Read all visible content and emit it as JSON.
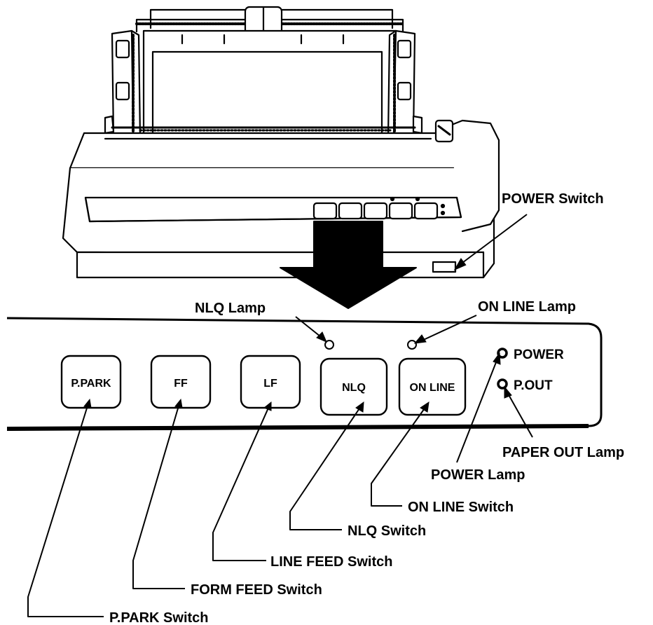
{
  "labels": {
    "power_switch": "POWER Switch",
    "nlq_lamp": "NLQ Lamp",
    "on_line_lamp": "ON LINE Lamp",
    "paper_out_lamp": "PAPER OUT Lamp",
    "power_lamp": "POWER Lamp",
    "on_line_switch": "ON LINE Switch",
    "nlq_switch": "NLQ Switch",
    "line_feed_switch": "LINE FEED Switch",
    "form_feed_switch": "FORM FEED Switch",
    "p_park_switch": "P.PARK Switch"
  },
  "keys": {
    "p_park": "P.PARK",
    "ff": "FF",
    "lf": "LF",
    "nlq": "NLQ",
    "on_line": "ON LINE"
  },
  "indicators": {
    "power": "POWER",
    "p_out": "P.OUT"
  }
}
